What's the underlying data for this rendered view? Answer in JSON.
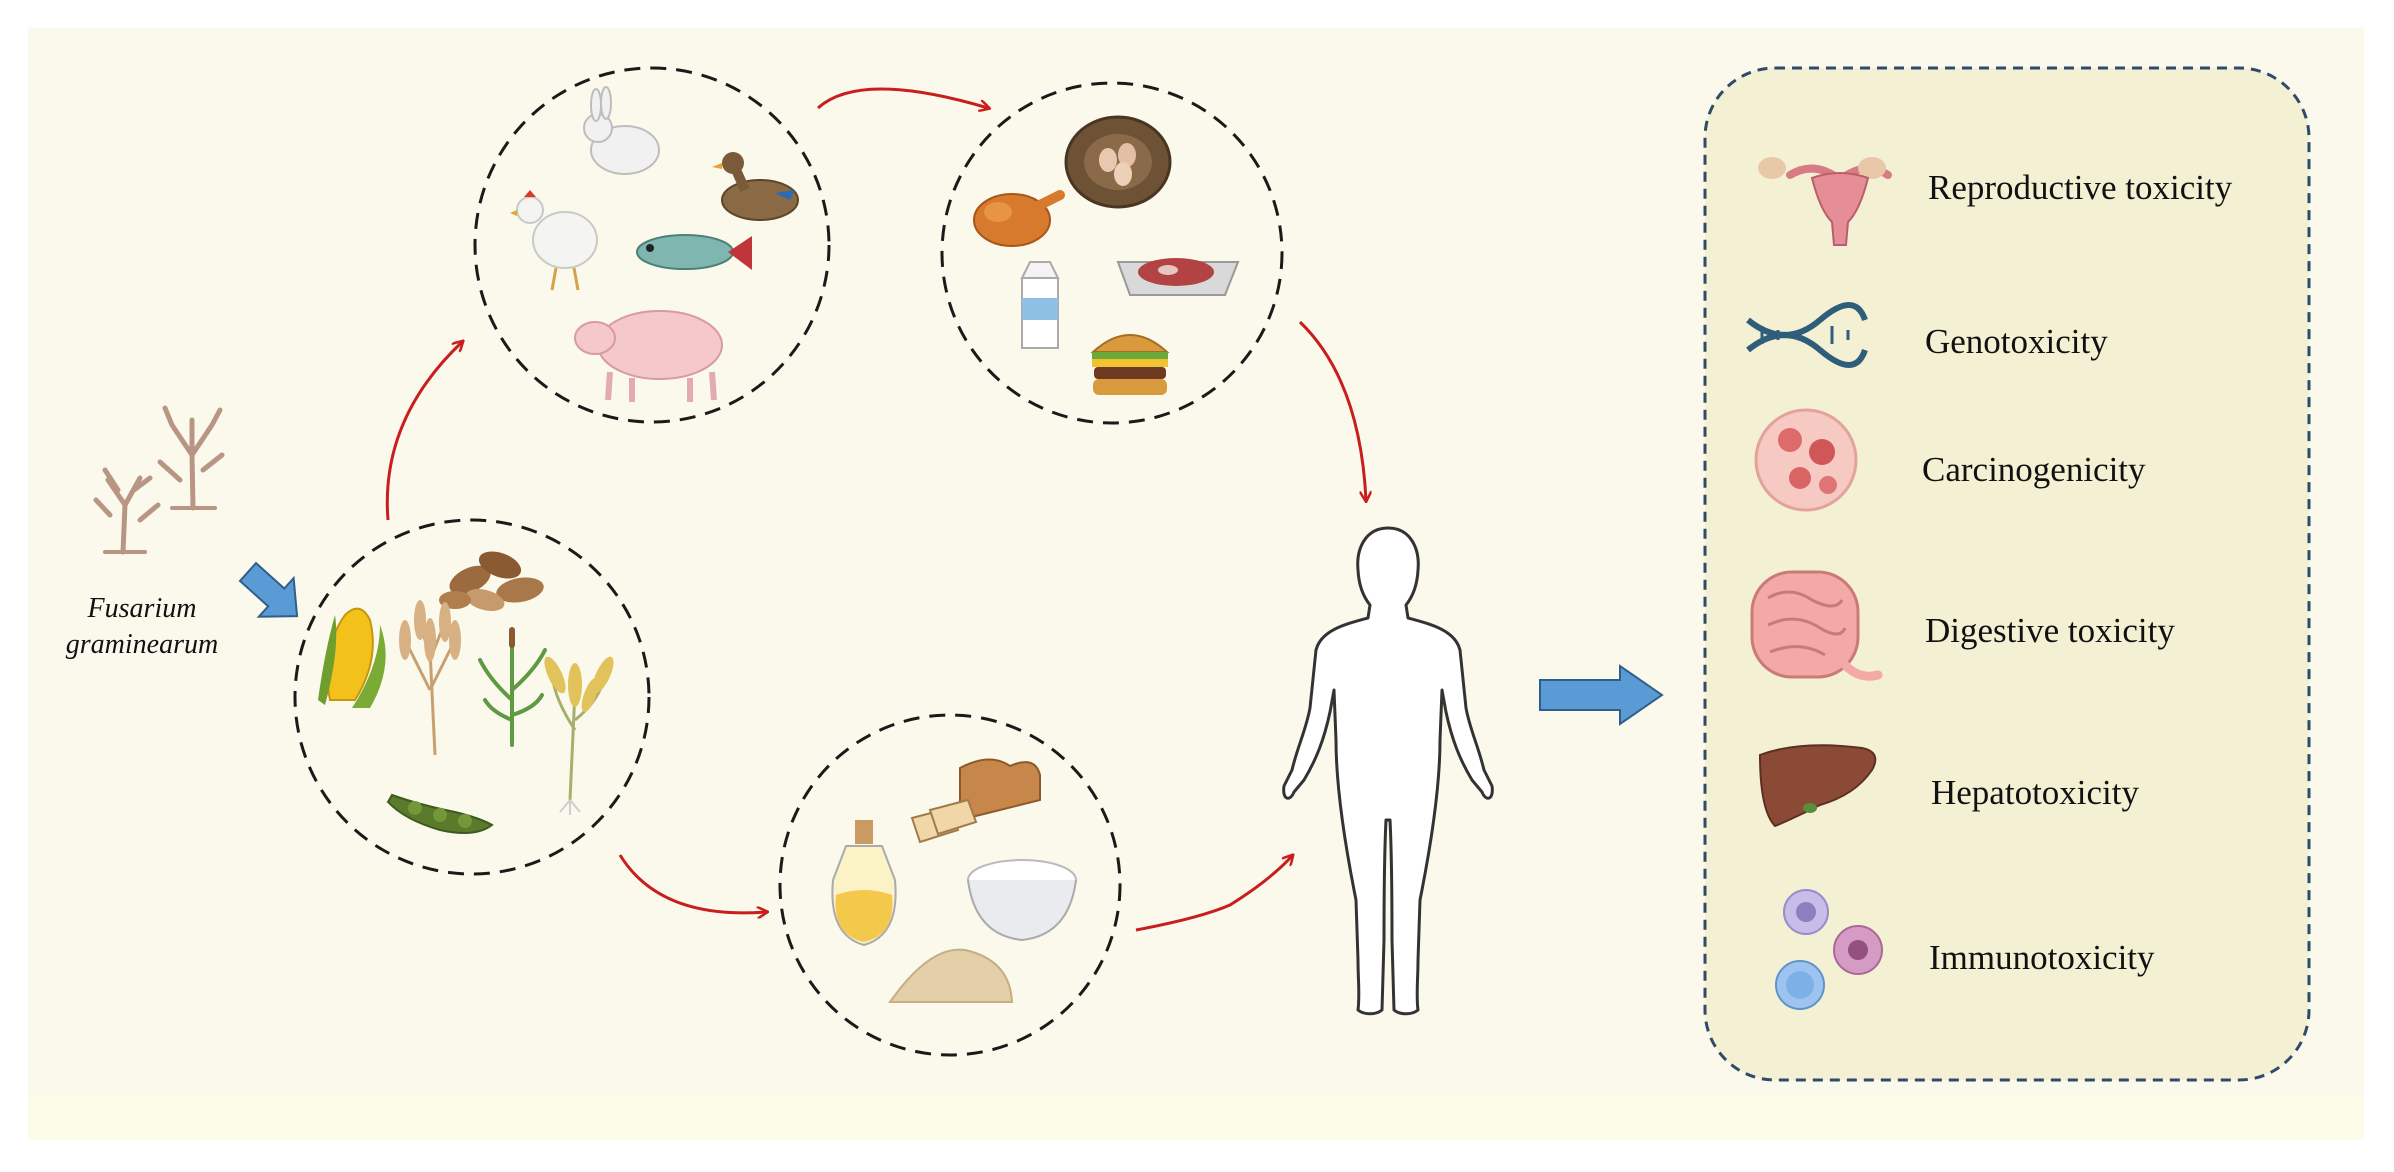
{
  "source": {
    "genus": "Fusarium",
    "species": "graminearum"
  },
  "nodes": {
    "crops": [
      "peanuts-icon",
      "corn-icon",
      "wheat-icon",
      "millet-icon",
      "barley-icon",
      "soybean-pod-icon"
    ],
    "livestock": [
      "rabbit-icon",
      "duck-icon",
      "chicken-icon",
      "fish-icon",
      "pig-icon"
    ],
    "animal_products": [
      "roast-chicken-icon",
      "eggs-in-nest-icon",
      "milk-carton-icon",
      "meat-tray-icon",
      "burger-icon"
    ],
    "processed_foods": [
      "bread-loaf-icon",
      "oil-bottle-icon",
      "rice-bowl-icon",
      "grain-pile-icon"
    ],
    "human": "human-silhouette-icon"
  },
  "toxicities": [
    {
      "label": "Reproductive toxicity",
      "icon": "uterus-icon"
    },
    {
      "label": "Genotoxicity",
      "icon": "dna-icon"
    },
    {
      "label": "Carcinogenicity",
      "icon": "tumor-cell-icon"
    },
    {
      "label": "Digestive toxicity",
      "icon": "intestine-icon"
    },
    {
      "label": "Hepatotoxicity",
      "icon": "liver-icon"
    },
    {
      "label": "Immunotoxicity",
      "icon": "immune-cells-icon"
    }
  ],
  "colors": {
    "background": "#faf9ec",
    "panel": "#f3f0d4",
    "panel_border": "#2f4a6a",
    "flow_arrow": "#c81e1e",
    "big_arrow": "#5b9bd5",
    "big_arrow_border": "#2e5f8a"
  }
}
